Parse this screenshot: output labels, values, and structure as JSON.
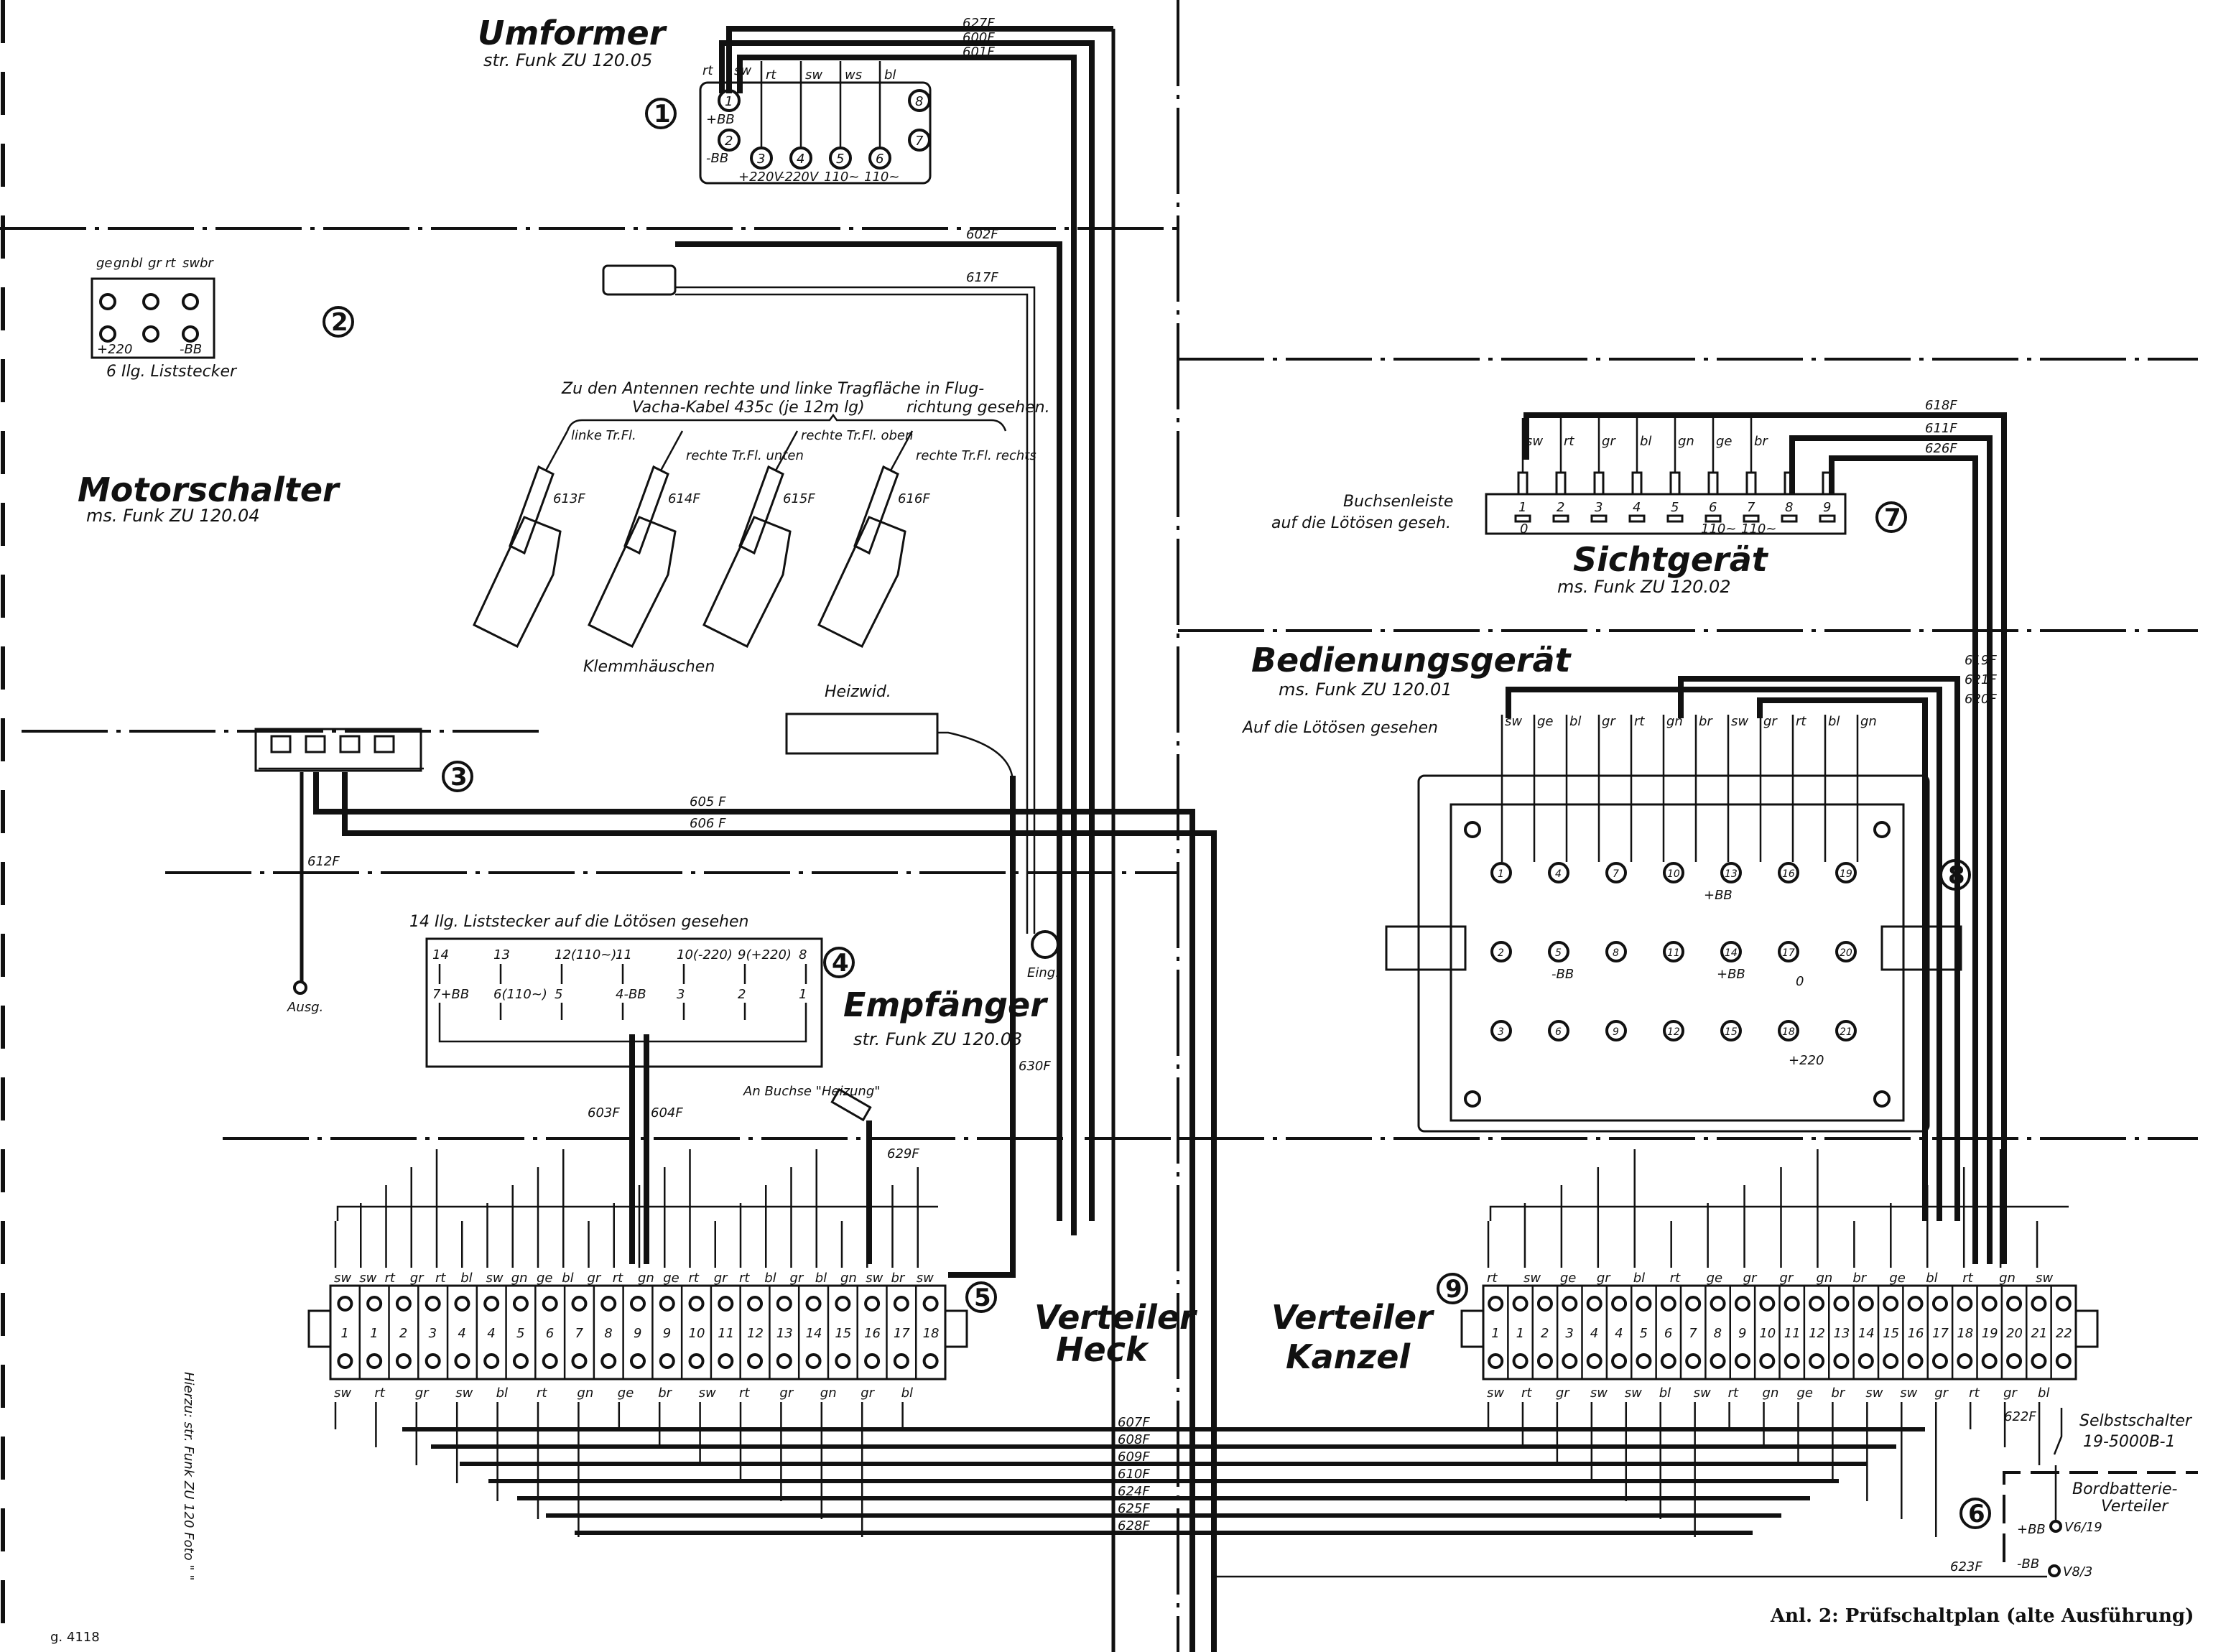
{
  "caption": "Anl. 2: Prüfschaltplan (alte Ausführung)",
  "doc_number": "g. 4118",
  "side_note": "Hierzu: str. Funk ZU 120 Foto \" \"",
  "umformer": {
    "title": "Umformer",
    "subtitle": "str. Funk ZU 120.05",
    "number": "1",
    "pins": [
      "1",
      "2",
      "3",
      "4",
      "5",
      "6",
      "7",
      "8"
    ],
    "pin_labels": [
      "+BB",
      "-BB",
      "+220V",
      "-220V",
      "110~",
      "110~"
    ],
    "wire_colors": [
      "rt",
      "sw",
      "rt",
      "sw",
      "ws",
      "bl"
    ],
    "cables": [
      "627F",
      "600F",
      "601F"
    ]
  },
  "motorschalter": {
    "title": "Motorschalter",
    "subtitle": "ms. Funk ZU 120.04",
    "number": "2",
    "connector": "6 Ilg. Liststecker",
    "wire_colors": [
      "ge",
      "gn",
      "bl",
      "gr",
      "rt",
      "sw",
      "br"
    ],
    "pin_labels": [
      "+220",
      "-BB"
    ],
    "cables": [
      "602F",
      "617F"
    ]
  },
  "antennas": {
    "heading_1": "Zu den Antennen rechte und linke Tragfläche in Flug-",
    "heading_2": "Vacha-Kabel 435c (je 12m lg)",
    "heading_3": "richtung gesehen.",
    "items": [
      {
        "label": "linke Tr.Fl.",
        "cable": "613F"
      },
      {
        "label": "rechte Tr.Fl. unten",
        "cable": "614F"
      },
      {
        "label": "rechte Tr.Fl. oben",
        "cable": "615F"
      },
      {
        "label": "rechte Tr.Fl. rechts",
        "cable": "616F"
      }
    ],
    "footer": "Klemmhäuschen"
  },
  "heizwid": "Heizwid.",
  "unit3": {
    "number": "3",
    "cables": [
      "605 F",
      "606 F",
      "612F"
    ],
    "output": "Ausg."
  },
  "empfaenger": {
    "title": "Empfänger",
    "subtitle": "str. Funk ZU 120.03",
    "number": "4",
    "connector": "14 Ilg. Liststecker auf die Lötösen gesehen",
    "pins_top": [
      "14",
      "13",
      "12(110~)",
      "11",
      "10(-220)",
      "9(+220)",
      "8"
    ],
    "pins_bottom": [
      "7+BB",
      "6(110~)",
      "5",
      "4-BB",
      "3",
      "2",
      "1"
    ],
    "eing": "Eing.",
    "cable_630": "630F",
    "cables": [
      "603F",
      "604F"
    ],
    "heizung": "An Buchse \"Heizung\"",
    "cable_629": "629F"
  },
  "verteiler_heck": {
    "title_1": "Verteiler",
    "title_2": "Heck",
    "number": "5",
    "terminals": [
      "1",
      "1",
      "2",
      "3",
      "4",
      "4",
      "5",
      "6",
      "7",
      "8",
      "9",
      "9",
      "10",
      "11",
      "12",
      "13",
      "14",
      "15",
      "16",
      "17",
      "18"
    ],
    "top_colors": [
      "sw",
      "sw",
      "rt",
      "gr",
      "rt",
      "bl",
      "sw",
      "gn",
      "ge",
      "bl",
      "gr",
      "rt",
      "gn",
      "ge",
      "rt",
      "gr",
      "rt",
      "bl",
      "gr",
      "bl",
      "gn",
      "sw",
      "br",
      "sw"
    ],
    "bottom_colors": [
      "sw",
      "rt",
      "gr",
      "sw",
      "bl",
      "rt",
      "gn",
      "ge",
      "br",
      "sw",
      "rt",
      "gr",
      "gn",
      "gr",
      "bl"
    ]
  },
  "trunk_cables": [
    "607F",
    "608F",
    "609F",
    "610F",
    "624F",
    "625F",
    "628F"
  ],
  "verteiler_kanzel": {
    "title_1": "Verteiler",
    "title_2": "Kanzel",
    "number": "9",
    "terminals": [
      "1",
      "1",
      "2",
      "3",
      "4",
      "4",
      "5",
      "6",
      "7",
      "8",
      "9",
      "10",
      "11",
      "12",
      "13",
      "14",
      "15",
      "16",
      "17",
      "18",
      "19",
      "20",
      "21",
      "22"
    ],
    "top_colors": [
      "rt",
      "sw",
      "ge",
      "gr",
      "bl",
      "rt",
      "ge",
      "gr",
      "gr",
      "gn",
      "br",
      "ge",
      "bl",
      "rt",
      "gn",
      "sw"
    ],
    "bottom_colors": [
      "sw",
      "rt",
      "gr",
      "sw",
      "sw",
      "bl",
      "sw",
      "rt",
      "gn",
      "ge",
      "br",
      "sw",
      "sw",
      "gr",
      "rt",
      "gr",
      "bl"
    ]
  },
  "sichtgeraet": {
    "title": "Sichtgerät",
    "subtitle": "ms. Funk ZU 120.02",
    "number": "7",
    "label_1": "Buchsenleiste",
    "label_2": "auf die Lötösen geseh.",
    "pins": [
      "1",
      "2",
      "3",
      "4",
      "5",
      "6",
      "7",
      "8",
      "9"
    ],
    "pin_sub": [
      "0",
      "110~",
      "110~"
    ],
    "wire_colors": [
      "sw",
      "rt",
      "gr",
      "bl",
      "gn",
      "ge",
      "br"
    ],
    "cables": [
      "618F",
      "611F",
      "626F"
    ]
  },
  "bedienungsgeraet": {
    "title": "Bedienungsgerät",
    "subtitle": "ms. Funk ZU 120.01",
    "note": "Auf die Lötösen gesehen",
    "number": "8",
    "wire_colors": [
      "sw",
      "ge",
      "bl",
      "gr",
      "rt",
      "gn",
      "br",
      "sw",
      "gr",
      "rt",
      "bl",
      "gn"
    ],
    "cables": [
      "619F",
      "621F",
      "620F"
    ],
    "pins": [
      "1",
      "4",
      "7",
      "10",
      "13",
      "16",
      "19",
      "2",
      "5",
      "8",
      "11",
      "14",
      "17",
      "20",
      "3",
      "6",
      "9",
      "12",
      "15",
      "18",
      "21"
    ],
    "pin_notes": [
      "+BB",
      "-BB",
      "+BB",
      "0",
      "+220"
    ]
  },
  "bordbatterie": {
    "number": "6",
    "selbstschalter": "Selbstschalter",
    "switch_id": "19-5000B-1",
    "cable_622": "622F",
    "title_1": "Bordbatterie-",
    "title_2": "Verteiler",
    "plus": "+BB",
    "plus_term": "V6/19",
    "minus": "-BB",
    "minus_term": "V8/3",
    "cable_623": "623F"
  }
}
